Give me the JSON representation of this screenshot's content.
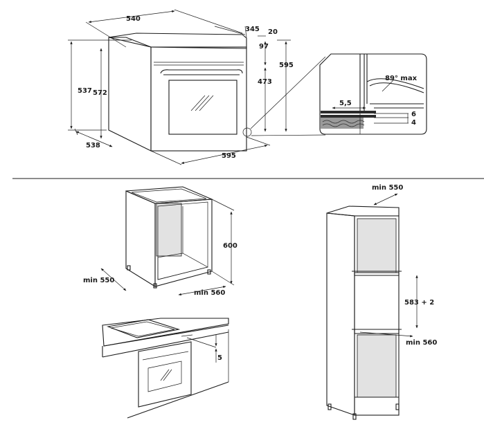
{
  "oven_dimensions": {
    "width_top": "540",
    "depth_right": "345",
    "panel_thickness": "20",
    "door_offset": "97",
    "height_total": "595",
    "height_left": "537",
    "height_inner": "572",
    "cavity_height": "473",
    "depth_bottom": "538",
    "width_bottom": "595"
  },
  "detail": {
    "angle": "89° max",
    "gap": "5,5",
    "step_a": "6",
    "step_b": "4"
  },
  "cabinet_under": {
    "height": "600",
    "depth": "min 550",
    "width": "min 560"
  },
  "worktop": {
    "gap": "5"
  },
  "column": {
    "depth": "min 550",
    "opening": "583 + 2",
    "width": "min 560"
  }
}
